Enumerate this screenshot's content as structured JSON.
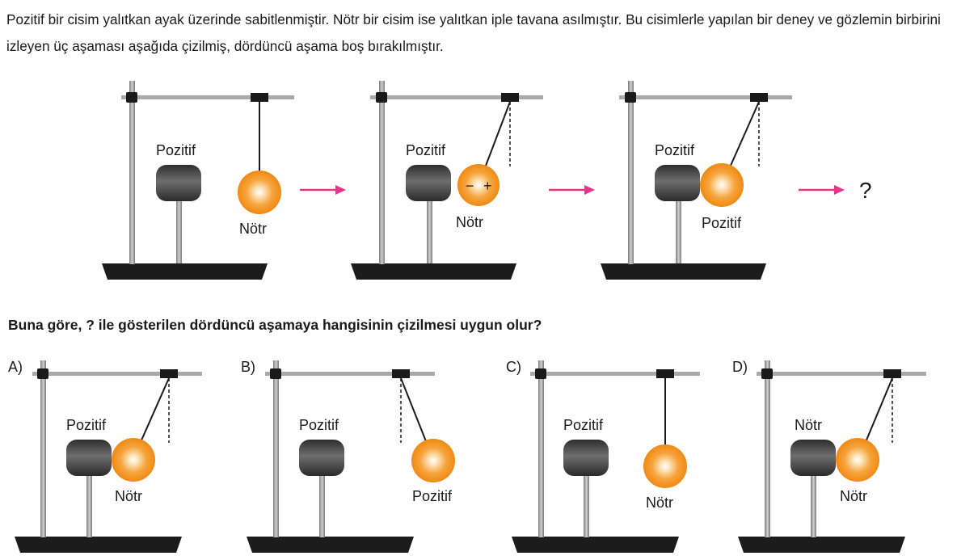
{
  "intro_text": "Pozitif bir cisim yalıtkan ayak üzerinde sabitlenmiştir. Nötr bir cisim ise yalıtkan iple tavana asılmıştır. Bu cisimlerle yapılan bir deney ve gözlemin birbirini izleyen üç aşaması aşağıda çizilmiş, dördüncü aşama boş bırakılmıştır.",
  "question_text": "Buna göre, ? ile gösterilen dördüncü aşamaya hangisinin çizilmesi uygun olur?",
  "unknown_stage_symbol": "?",
  "charge_signs": {
    "negative": "−",
    "positive": "+"
  },
  "stages": [
    {
      "block_label": "Pozitif",
      "ball_label": "Nötr"
    },
    {
      "block_label": "Pozitif",
      "ball_label": "Nötr"
    },
    {
      "block_label": "Pozitif",
      "ball_label": "Pozitif"
    }
  ],
  "options": [
    {
      "letter": "A)",
      "block_label": "Pozitif",
      "ball_label": "Nötr"
    },
    {
      "letter": "B)",
      "block_label": "Pozitif",
      "ball_label": "Pozitif"
    },
    {
      "letter": "C)",
      "block_label": "Pozitif",
      "ball_label": "Nötr"
    },
    {
      "letter": "D)",
      "block_label": "Nötr",
      "ball_label": "Nötr"
    }
  ],
  "colors": {
    "arrow": "#e8338a",
    "ball": "#f39a22",
    "block": "#4a4a4a",
    "rod": "#a9a9a9",
    "base": "#1c1c1c"
  }
}
